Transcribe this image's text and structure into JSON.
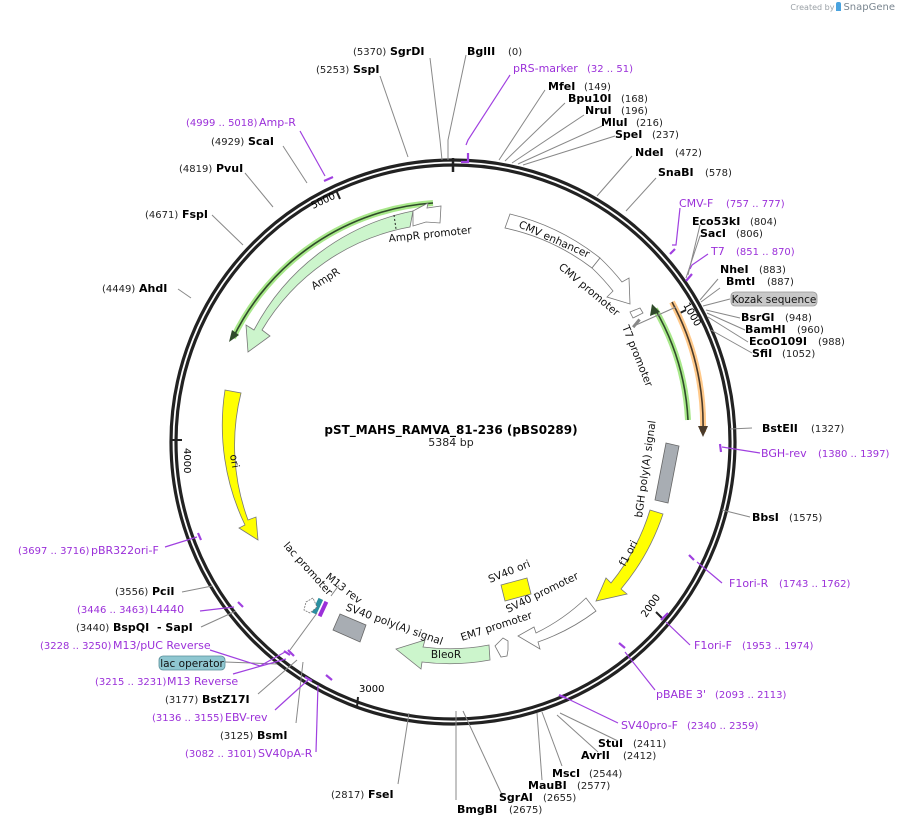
{
  "watermark": {
    "prefix": "Created by",
    "brand": "SnapGene"
  },
  "plasmid": {
    "name": "pST_MAHS_RAMVA_81-236 (pBS0289)",
    "length_label": "5384 bp"
  },
  "ticks": [
    {
      "label": "1000"
    },
    {
      "label": "2000"
    },
    {
      "label": "3000"
    },
    {
      "label": "4000"
    },
    {
      "label": "5000"
    }
  ],
  "sites": [
    {
      "name": "BglII",
      "pos": "(0)"
    },
    {
      "name": "SgrDI",
      "pos": "(5370)"
    },
    {
      "name": "SspI",
      "pos": "(5253)"
    },
    {
      "name": "MfeI",
      "pos": "(149)"
    },
    {
      "name": "Bpu10I",
      "pos": "(168)"
    },
    {
      "name": "NruI",
      "pos": "(196)"
    },
    {
      "name": "MluI",
      "pos": "(216)"
    },
    {
      "name": "SpeI",
      "pos": "(237)"
    },
    {
      "name": "NdeI",
      "pos": "(472)"
    },
    {
      "name": "SnaBI",
      "pos": "(578)"
    },
    {
      "name": "Eco53kI",
      "pos": "(804)"
    },
    {
      "name": "SacI",
      "pos": "(806)"
    },
    {
      "name": "NheI",
      "pos": "(883)"
    },
    {
      "name": "BmtI",
      "pos": "(887)"
    },
    {
      "name": "BsrGI",
      "pos": "(948)"
    },
    {
      "name": "BamHI",
      "pos": "(960)"
    },
    {
      "name": "EcoO109I",
      "pos": "(988)"
    },
    {
      "name": "SfiI",
      "pos": "(1052)"
    },
    {
      "name": "BstEII",
      "pos": "(1327)"
    },
    {
      "name": "BbsI",
      "pos": "(1575)"
    },
    {
      "name": "StuI",
      "pos": "(2411)"
    },
    {
      "name": "AvrII",
      "pos": "(2412)"
    },
    {
      "name": "MscI",
      "pos": "(2544)"
    },
    {
      "name": "MauBI",
      "pos": "(2577)"
    },
    {
      "name": "SgrAI",
      "pos": "(2655)"
    },
    {
      "name": "BmgBI",
      "pos": "(2675)"
    },
    {
      "name": "FseI",
      "pos": "(2817)"
    },
    {
      "name": "BsmI",
      "pos": "(3125)"
    },
    {
      "name": "BstZ17I",
      "pos": "(3177)"
    },
    {
      "name": "BspQI",
      "pos": "(3440)",
      "alt": "- SapI"
    },
    {
      "name": "PciI",
      "pos": "(3556)"
    },
    {
      "name": "AhdI",
      "pos": "(4449)"
    },
    {
      "name": "FspI",
      "pos": "(4671)"
    },
    {
      "name": "PvuI",
      "pos": "(4819)"
    },
    {
      "name": "ScaI",
      "pos": "(4929)"
    }
  ],
  "primers": [
    {
      "name": "pRS-marker",
      "range": "(32 .. 51)"
    },
    {
      "name": "CMV-F",
      "range": "(757 .. 777)"
    },
    {
      "name": "T7",
      "range": "(851 .. 870)"
    },
    {
      "name": "BGH-rev",
      "range": "(1380 .. 1397)"
    },
    {
      "name": "F1ori-R",
      "range": "(1743 .. 1762)"
    },
    {
      "name": "F1ori-F",
      "range": "(1953 .. 1974)"
    },
    {
      "name": "pBABE 3'",
      "range": "(2093 .. 2113)"
    },
    {
      "name": "SV40pro-F",
      "range": "(2340 .. 2359)"
    },
    {
      "name": "SV40pA-R",
      "range": "(3082 .. 3101)"
    },
    {
      "name": "EBV-rev",
      "range": "(3136 .. 3155)"
    },
    {
      "name": "M13 Reverse",
      "range": "(3215 .. 3231)"
    },
    {
      "name": "M13/pUC Reverse",
      "range": "(3228 .. 3250)"
    },
    {
      "name": "L4440",
      "range": "(3446 .. 3463)"
    },
    {
      "name": "pBR322ori-F",
      "range": "(3697 .. 3716)"
    },
    {
      "name": "Amp-R",
      "range": "(4999 .. 5018)"
    }
  ],
  "boxed_features": [
    {
      "name": "Kozak sequence",
      "color": "#c8c8c8"
    },
    {
      "name": "lac operator",
      "color": "#8fc7d1"
    }
  ],
  "features": [
    {
      "name": "CMV enhancer"
    },
    {
      "name": "CMV promoter"
    },
    {
      "name": "T7 promoter"
    },
    {
      "name": "bGH poly(A) signal"
    },
    {
      "name": "f1 ori"
    },
    {
      "name": "SV40 ori"
    },
    {
      "name": "SV40 promoter"
    },
    {
      "name": "EM7 promoter"
    },
    {
      "name": "BleoR"
    },
    {
      "name": "SV40 poly(A) signal"
    },
    {
      "name": "M13 rev"
    },
    {
      "name": "lac promoter"
    },
    {
      "name": "ori"
    },
    {
      "name": "AmpR"
    },
    {
      "name": "AmpR promoter"
    }
  ],
  "colors": {
    "primer": "#a040e0",
    "ampr_fill": "#ccf5cc",
    "ori_fill": "#ffff00",
    "polyA_fill": "#a8adb3",
    "green_highlight": "#a8e88a",
    "orange_highlight": "#ffc98a",
    "backbone": "#222222"
  }
}
